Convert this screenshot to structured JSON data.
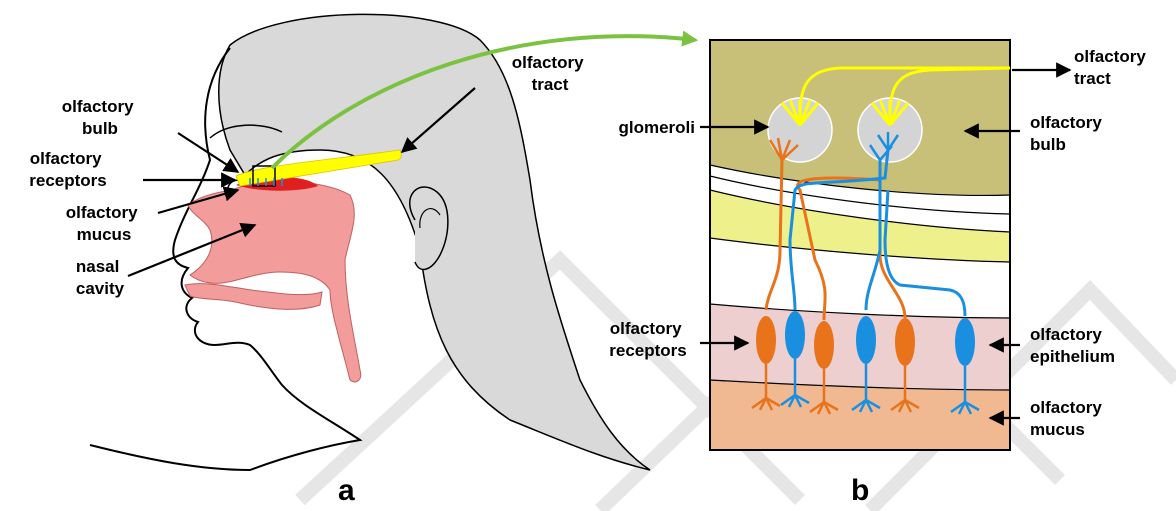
{
  "panel_a": {
    "letter": "a",
    "labels": {
      "olfactory_tract": [
        "olfactory",
        "tract"
      ],
      "olfactory_bulb": [
        "olfactory",
        "bulb"
      ],
      "olfactory_receptors": [
        "olfactory",
        "receptors"
      ],
      "olfactory_mucus": [
        "olfactory",
        "mucus"
      ],
      "nasal_cavity": [
        "nasal",
        "cavity"
      ]
    }
  },
  "panel_b": {
    "letter": "b",
    "labels": {
      "olfactory_tract": [
        "olfactory",
        "tract"
      ],
      "glomeroli": [
        "glomeroli"
      ],
      "olfactory_bulb": [
        "olfactory",
        "bulb"
      ],
      "olfactory_receptors": [
        "olfactory",
        "receptors"
      ],
      "olfactory_epithelium": [
        "olfactory",
        "epithelium"
      ],
      "olfactory_mucus": [
        "olfactory",
        "mucus"
      ]
    }
  },
  "colors": {
    "head_fill": "#d9d9d9",
    "nasal_cavity": "#f29c9c",
    "mucus_red": "#e02020",
    "tract_yellow": "#ffff00",
    "zoom_arrow_green": "#7cc242",
    "bulb_layer": "#c8bf78",
    "pale_yellow_layer": "#eef08c",
    "epithelium_pink": "#edcfcf",
    "mucus_peach": "#f0b991",
    "neuron_orange": "#e8731a",
    "neuron_blue": "#1a8fe0",
    "glomerulus_grey": "#d4d4d4"
  }
}
